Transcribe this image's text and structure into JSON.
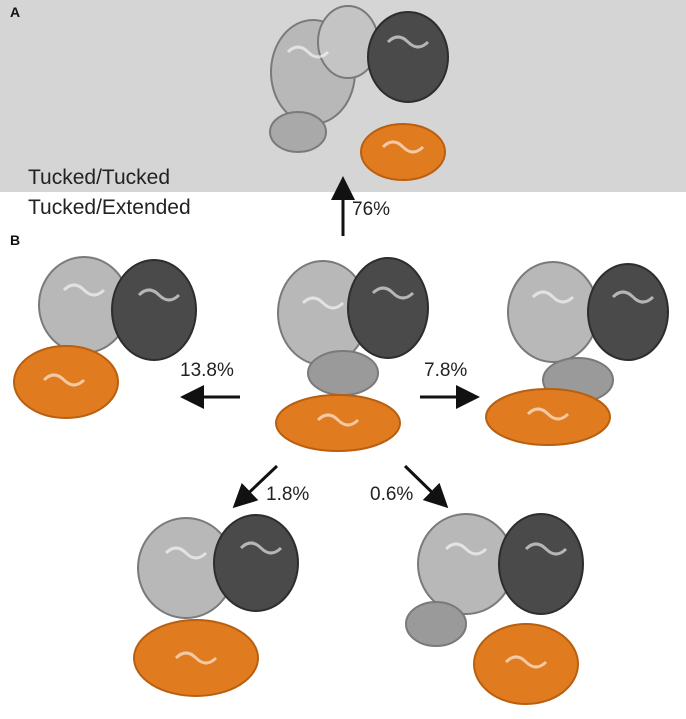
{
  "panels": {
    "a": "A",
    "b": "B"
  },
  "states": {
    "tucked_tucked": "Tucked/Tucked",
    "tucked_extended": "Tucked/Extended"
  },
  "transitions": {
    "up": "76%",
    "left": "13.8%",
    "right": "7.8%",
    "down_left": "1.8%",
    "down_right": "0.6%"
  },
  "colors": {
    "light_domain": "#b8b8b8",
    "dark_domain": "#4a4a4a",
    "highlight_domain": "#e07b1f",
    "panel_a_bg": "#d5d5d5"
  }
}
